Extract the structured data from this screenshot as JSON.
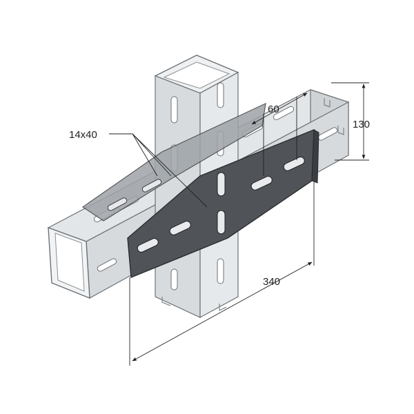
{
  "labels": {
    "slot_size": "14x40",
    "slot_spacing": "60",
    "plate_height": "130",
    "plate_length": "340"
  },
  "colors": {
    "channel_face": "#dde1e3",
    "channel_side": "#c4c9cc",
    "channel_edge": "#6b7175",
    "plate_face": "#4f5256",
    "plate_edge": "#2a2c2f",
    "slot": "#e8eaec",
    "dimension_line": "#222222"
  }
}
